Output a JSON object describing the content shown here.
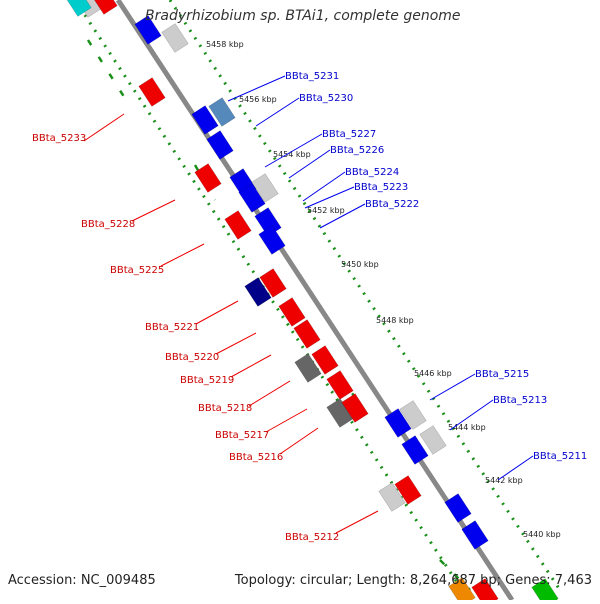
{
  "title": "Bradyrhizobium sp. BTAi1, complete genome",
  "footer": {
    "accession": "Accession: NC_009485",
    "summary": "Topology: circular; Length: 8,264,687 bp; Genes: 7,463"
  },
  "ticks": [
    "5458 kbp",
    "5456 kbp",
    "5454 kbp",
    "5452 kbp",
    "5450 kbp",
    "5448 kbp",
    "5446 kbp",
    "5444 kbp",
    "5442 kbp",
    "5440 kbp"
  ],
  "labels_right": [
    "BBta_5231",
    "BBta_5230",
    "BBta_5227",
    "BBta_5226",
    "BBta_5224",
    "BBta_5223",
    "BBta_5222",
    "BBta_5215",
    "BBta_5213",
    "BBta_5211"
  ],
  "labels_left": [
    "BBta_5233",
    "BBta_5228",
    "BBta_5225",
    "BBta_5221",
    "BBta_5220",
    "BBta_5219",
    "BBta_5218",
    "BBta_5217",
    "BBta_5216",
    "BBta_5212"
  ],
  "colors": {
    "forward": "#0000ee",
    "reverse": "#ee0000",
    "backbone": "#888888",
    "dots": "#1a8f1a",
    "label_right": "#0000cc",
    "label_left": "#cc0000"
  }
}
